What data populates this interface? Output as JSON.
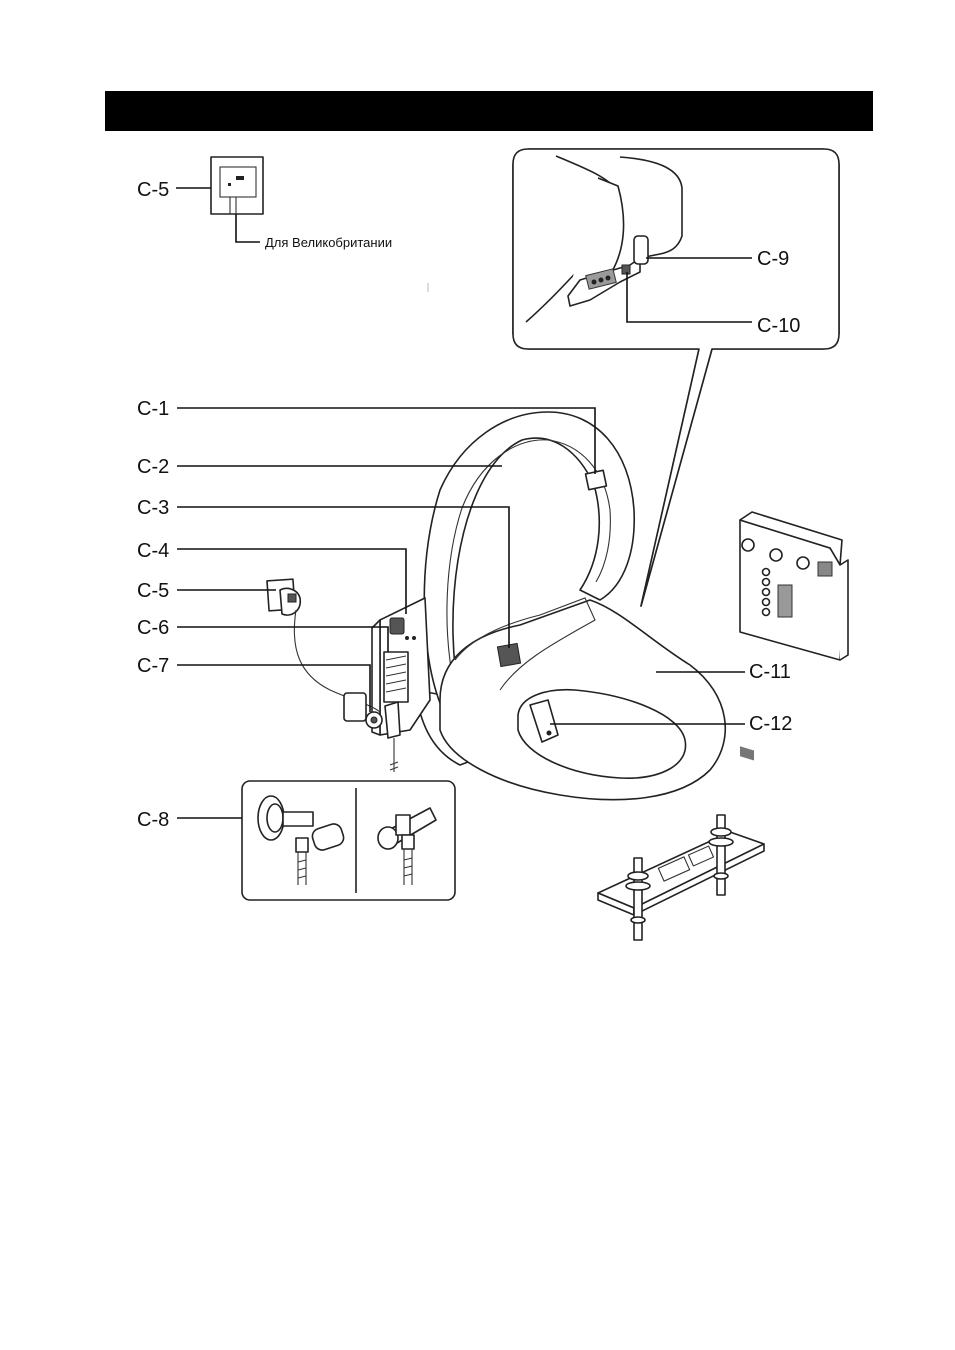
{
  "header": {
    "title": ""
  },
  "callouts": {
    "c5_top": "C-5",
    "c9": "C-9",
    "c10": "C-10",
    "c1": "C-1",
    "c2": "C-2",
    "c3": "C-3",
    "c4": "C-4",
    "c5": "C-5",
    "c6": "C-6",
    "c7": "C-7",
    "c8": "C-8",
    "c11": "C-11",
    "c12": "C-12"
  },
  "notes": {
    "uk_outlet": "Для Великобритании"
  }
}
